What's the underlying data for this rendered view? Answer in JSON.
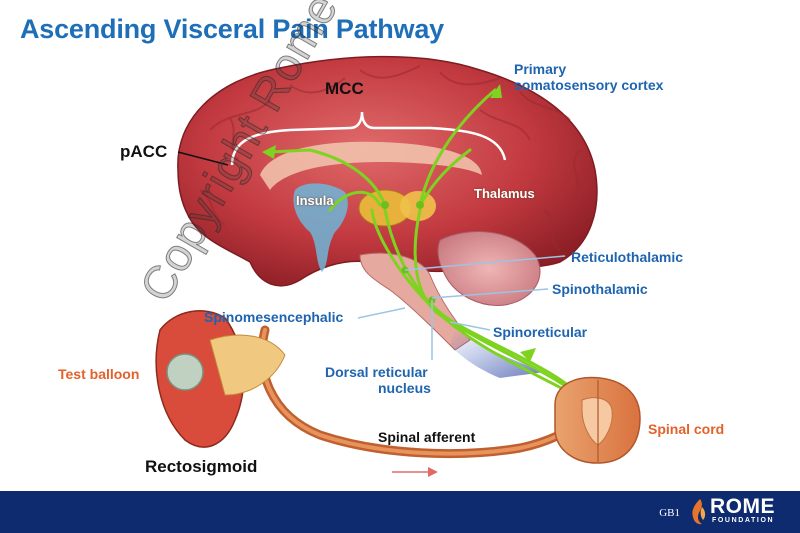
{
  "title": "Ascending Visceral Pain Pathway",
  "labels": {
    "mcc": "MCC",
    "pacc": "pACC",
    "primary_line1": "Primary",
    "primary_line2": "somatosensory cortex",
    "insula": "Insula",
    "thalamus": "Thalamus",
    "reticulothalamic": "Reticulothalamic",
    "spinothalamic": "Spinothalamic",
    "spinoreticular": "Spinoreticular",
    "spinomesencephalic": "Spinomesencephalic",
    "dorsal_line1": "Dorsal reticular",
    "dorsal_line2": "nucleus",
    "test_balloon": "Test balloon",
    "spinal_afferent": "Spinal afferent",
    "spinal_cord": "Spinal cord",
    "rectosigmoid": "Rectosigmoid"
  },
  "watermark": "Copyright Rome Foundation",
  "footer": {
    "code": "GB1",
    "logo_word": "ROME",
    "logo_sub": "FOUNDATION"
  },
  "colors": {
    "title": "#1e6fb8",
    "label_blue": "#1e64b0",
    "label_orange": "#e2622a",
    "pathway_green": "#7ed321",
    "brain_red": "#c7373d",
    "footer": "#0d2b6e"
  }
}
